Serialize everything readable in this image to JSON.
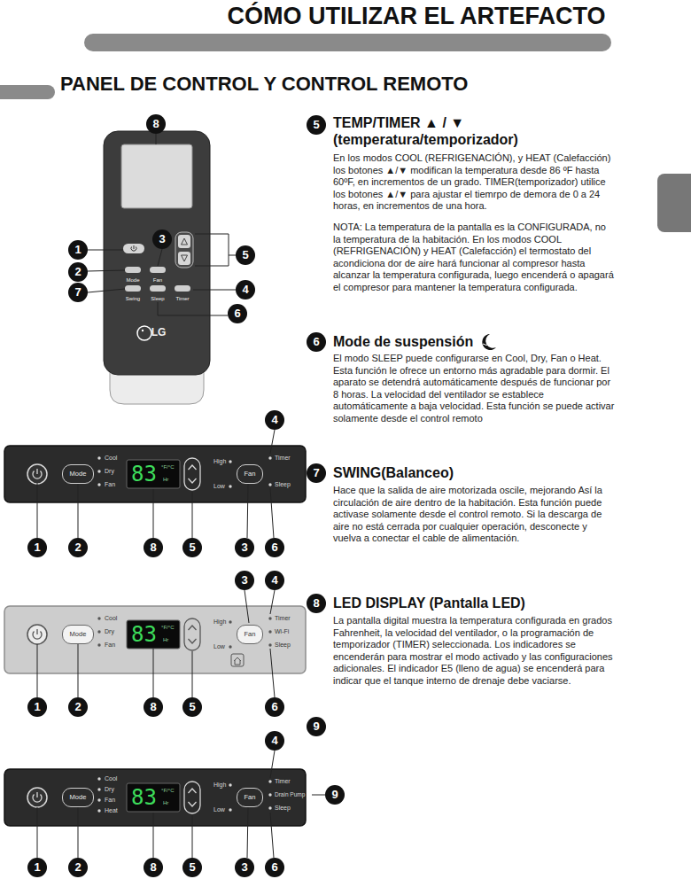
{
  "diagram": {
    "title": "CÓMO UTILIZAR EL ARTEFACTO",
    "nodes": [
      {
        "text": [
          "Mode",
          "Fan",
          "Swing",
          "Sleep",
          "Timer",
          "LG"
        ]
      },
      {
        "text": [
          "Cool",
          "Dry",
          "Fan",
          "83",
          "°F/°C",
          "Hr",
          "High",
          "Low",
          "Timer",
          "Sleep"
        ]
      },
      {
        "text": [
          "Mode"
        ],
        "in": 1
      },
      {
        "text": [
          "Fan"
        ],
        "in": 1
      },
      {
        "text": [
          "Cool",
          "Dry",
          "Fan",
          "83",
          "°F/°C",
          "Hr",
          "High",
          "Low",
          "Timer",
          "Wi-Fi",
          "Sleep"
        ]
      },
      {
        "text": [
          "Mode"
        ],
        "in": 4
      },
      {
        "text": [
          "Fan"
        ],
        "in": 4
      },
      {
        "text": [
          "Cool",
          "Dry",
          "Fan",
          "Heat",
          "83",
          "°F/°C",
          "Hr",
          "High",
          "Low",
          "Timer",
          "Drain Pump",
          "Sleep"
        ]
      },
      {
        "text": [
          "Mode"
        ],
        "in": 7
      },
      {
        "text": [
          "Fan"
        ],
        "in": 7
      }
    ],
    "labels": [
      "PANEL DE CONTROL Y CONTROL REMOTO",
      "8",
      "1",
      "3",
      "5",
      "2",
      "7",
      "4",
      "6",
      "4",
      "1",
      "2",
      "8",
      "5",
      "3",
      "6",
      "3",
      "4",
      "1",
      "2",
      "8",
      "5",
      "6",
      "4",
      "9",
      "1",
      "2",
      "8",
      "5",
      "3",
      "6",
      "5",
      "TEMP/TIMER ▲ / ▼ (temperatura/temporizador)",
      "En los modos COOL (REFRIGENACIÓN), y HEAT (Calefacción) los botones ▲/▼ modifican la temperatura desde 86 ºF hasta 60ºF, en incrementos de un grado. TIMER(temporizador) utilice los botones ▲/▼ para ajustar el tiemrpo de demora de 0 a 24 horas, en incrementos de una hora.",
      "NOTA: La temperatura de la pantalla es la CONFIGURADA, no la temperatura de la habitación. En los modos COOL (REFRIGENACIÓN) y HEAT (Calefacción) el termostato del acondiciona dor de aire hará funcionar al compresor hasta alcanzar la temperatura configurada, luego encenderá o apagará el compresor para mantener la temperatura configurada.",
      "6",
      "Mode de suspensión",
      "El modo SLEEP puede configurarse en Cool, Dry, Fan o Heat. Esta función le ofrece un entorno más agradable para dormir. El aparato se detendrá automáticamente después de funcionar por 8 horas. La velocidad del ventilador se establece automáticamente a baja velocidad. Esta función se puede activar solamente desde el control remoto",
      "7",
      "SWING(Balanceo)",
      "Hace que la salida de aire motorizada oscile, mejorando Así la circulación de aire dentro de la habitación. Esta función puede activase solamente desde el control remoto. Si la descarga de aire no está cerrada por cualquier operación, desconecte y vuelva a conectar el cable de alimentación.",
      "8",
      "LED DISPLAY (Pantalla LED)",
      "La pantalla digital muestra la temperatura configurada en grados Fahrenheit, la velocidad del ventilador, o la programación de temporizador (TIMER) seleccionada. Los indicadores se encenderán para mostrar el modo activado y las configuraciones adicionales. El indicador E5 (lleno de agua) se encenderá para indicar que el tanque interno de drenaje debe vaciarse.",
      "9"
    ]
  }
}
